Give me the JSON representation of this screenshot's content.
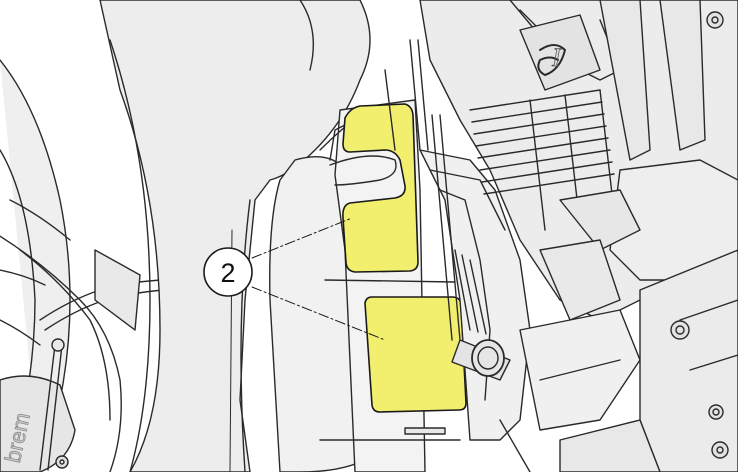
{
  "callout": {
    "number": "2"
  },
  "brake_caliper": {
    "brand_text": "brem"
  },
  "logo": {
    "letter": "I"
  },
  "colors": {
    "highlight": "#f2ef6f",
    "part_fill": "#ebebeb",
    "part_fill_light": "#f4f4f4",
    "part_fill_dark": "#dedede",
    "line": "#2a2a2a",
    "background": "#ffffff"
  }
}
